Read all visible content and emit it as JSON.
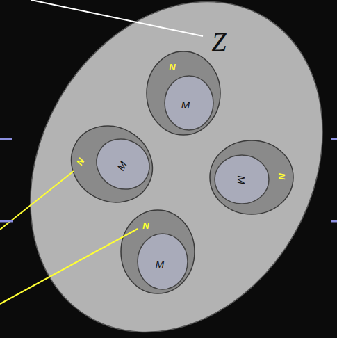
{
  "diagram": {
    "nodes": [
      {
        "text": [
          "Z"
        ]
      },
      {
        "text": [
          "N"
        ],
        "in": 0
      },
      {
        "text": [
          "M"
        ],
        "in": 1
      },
      {
        "text": [
          "N"
        ],
        "in": 0
      },
      {
        "text": [
          "M"
        ],
        "in": 3
      },
      {
        "text": [
          "N"
        ],
        "in": 0
      },
      {
        "text": [
          "M"
        ],
        "in": 5
      },
      {
        "text": [
          "N"
        ],
        "in": 0
      },
      {
        "text": [
          "M"
        ],
        "in": 7
      }
    ]
  }
}
